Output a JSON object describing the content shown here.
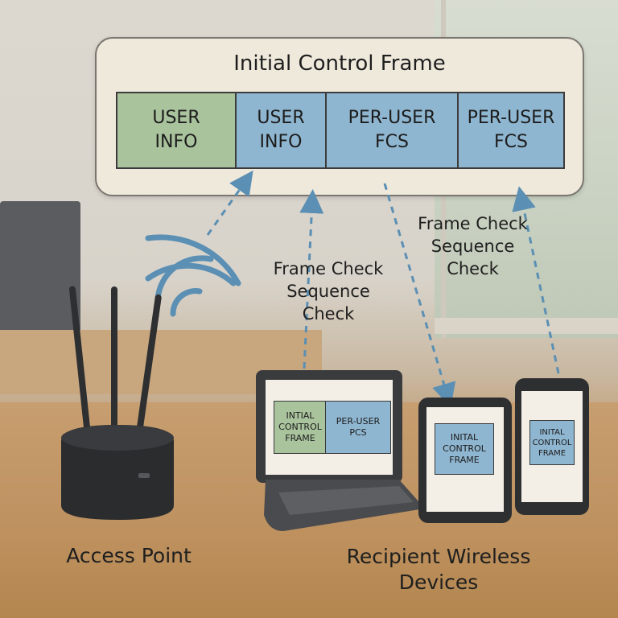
{
  "frame": {
    "title": "Initial Control Frame",
    "fields": [
      {
        "line1": "USER",
        "line2": "INFO"
      },
      {
        "line1": "USER",
        "line2": "INFO"
      },
      {
        "line1": "PER-USER",
        "line2": "FCS"
      },
      {
        "line1": "PER-USER",
        "line2": "FCS"
      }
    ]
  },
  "annotations": {
    "fcs_left": {
      "line1": "Frame Check",
      "line2": "Sequence",
      "line3": "Check"
    },
    "fcs_right": {
      "line1": "Frame Check",
      "line2": "Sequence",
      "line3": "Check"
    }
  },
  "access_point": {
    "label": "Access Point"
  },
  "recipients": {
    "label_line1": "Recipient Wireless",
    "label_line2": "Devices",
    "laptop": {
      "left": {
        "line1": "INTIAL",
        "line2": "CONTROL",
        "line3": "FRAME"
      },
      "right": {
        "line1": "PER-USER",
        "line2": "PCS"
      }
    },
    "tablet": {
      "line1": "INITAL",
      "line2": "CONTROL",
      "line3": "FRAME"
    },
    "phone": {
      "line1": "INITAL",
      "line2": "CONTROL",
      "line3": "FRAME"
    }
  },
  "colors": {
    "green_field": "#a9c39d",
    "blue_field": "#8fb6d0",
    "arrow": "#5b8fb3"
  }
}
